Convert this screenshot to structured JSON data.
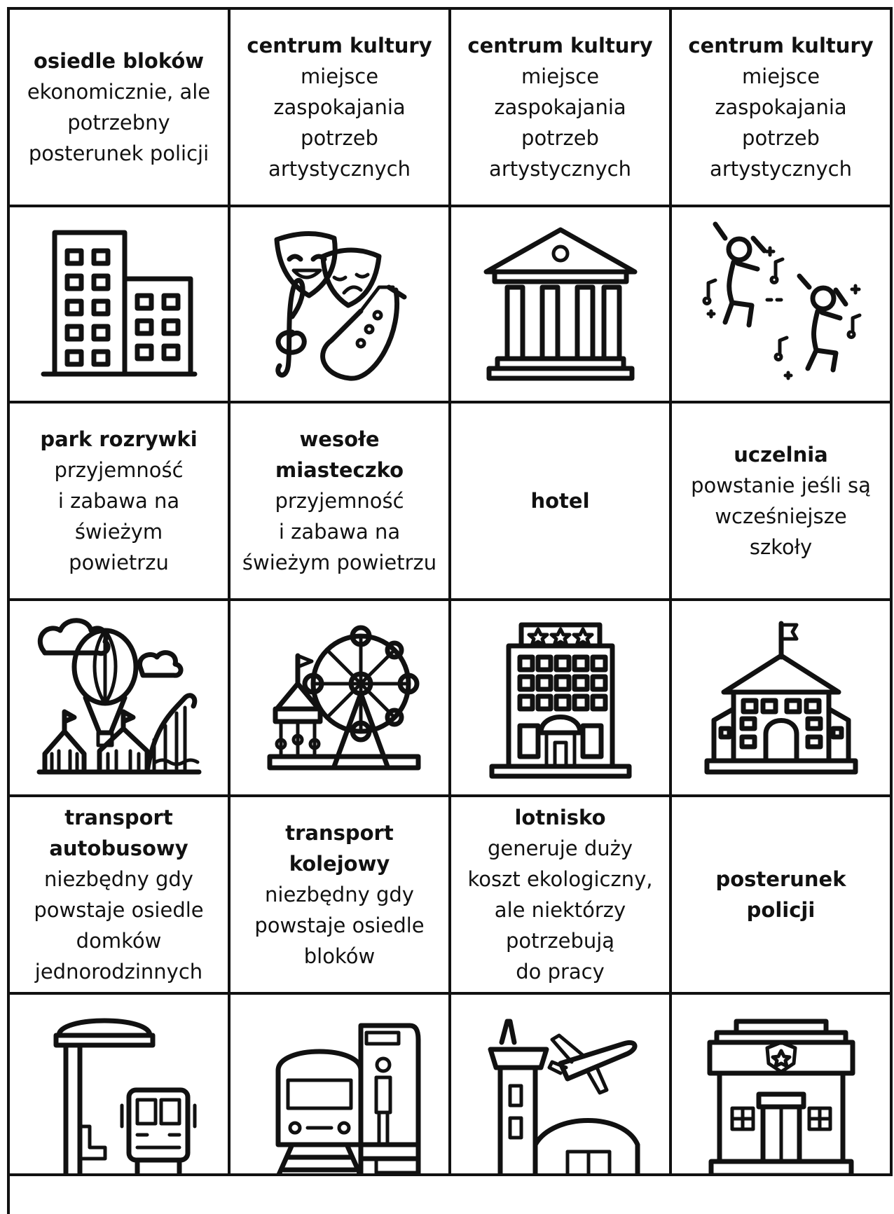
{
  "cards": {
    "c1": {
      "title": "osiedle bloków",
      "desc": "ekonomicznie, ale\npotrzebny\nposterunek policji"
    },
    "c2": {
      "title": "centrum kultury",
      "desc": "miejsce\nzaspokajania\npotrzeb\nartystycznych"
    },
    "c3": {
      "title": "centrum kultury",
      "desc": "miejsce\nzaspokajania\npotrzeb\nartystycznych"
    },
    "c4": {
      "title": "centrum kultury",
      "desc": "miejsce\nzaspokajania\npotrzeb\nartystycznych"
    },
    "c5": {
      "title": "park rozrywki",
      "desc": "przyjemność\ni zabawa na\nświeżym\npowietrzu"
    },
    "c6": {
      "title": "wesołe miasteczko",
      "desc": "przyjemność\ni zabawa na\nświeżym powietrzu"
    },
    "c7": {
      "title": "hotel",
      "desc": ""
    },
    "c8": {
      "title": "uczelnia",
      "desc": "powstanie jeśli są\nwcześniejsze\nszkoły"
    },
    "c9": {
      "title": "transport\nautobusowy",
      "desc": "niezbędny gdy\npowstaje osiedle\ndomków\njednorodzinnych"
    },
    "c10": {
      "title": "transport\nkolejowy",
      "desc": "niezbędny gdy\npowstaje osiedle\nbloków"
    },
    "c11": {
      "title": "lotnisko",
      "desc": "generuje duży\nkoszt ekologiczny,\nale niektórzy\npotrzebują\ndo pracy"
    },
    "c12": {
      "title": "posterunek policji",
      "desc": ""
    }
  },
  "icons": {
    "row1": [
      "apartment-blocks-icon",
      "theater-music-icon",
      "museum-columns-icon",
      "dancing-people-icon"
    ],
    "row2": [
      "amusement-park-icon",
      "ferris-wheel-icon",
      "hotel-icon",
      "university-icon"
    ],
    "row3": [
      "bus-stop-icon",
      "train-station-icon",
      "airport-icon",
      "police-station-icon"
    ]
  }
}
